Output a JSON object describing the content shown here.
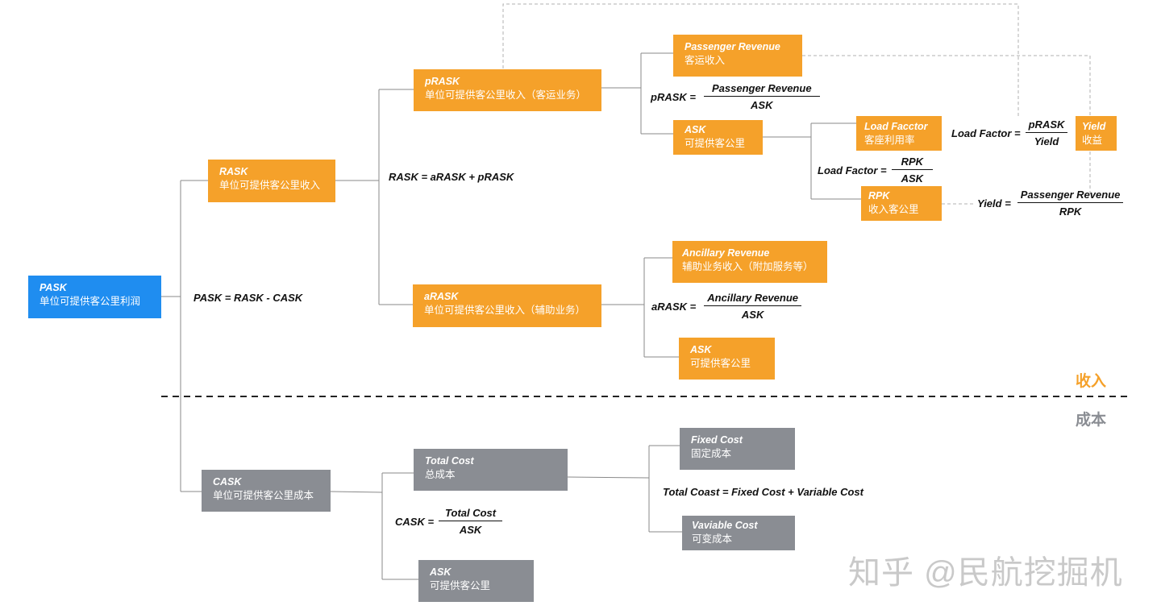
{
  "nodes": {
    "pask": {
      "en": "PASK",
      "zh": "单位可提供客公里利润"
    },
    "rask": {
      "en": "RASK",
      "zh": "单位可提供客公里收入"
    },
    "prask": {
      "en": "pRASK",
      "zh": "单位可提供客公里收入（客运业务）"
    },
    "arask": {
      "en": "aRASK",
      "zh": "单位可提供客公里收入（辅助业务）"
    },
    "passenger_revenue": {
      "en": "Passenger Revenue",
      "zh": "客运收入"
    },
    "ask_p": {
      "en": "ASK",
      "zh": "可提供客公里"
    },
    "load_factor": {
      "en": "Load Facctor",
      "zh": "客座利用率"
    },
    "rpk": {
      "en": "RPK",
      "zh": "收入客公里"
    },
    "yield": {
      "en": "Yield",
      "zh": "收益"
    },
    "ancillary_revenue": {
      "en": "Ancillary Revenue",
      "zh": "辅助业务收入（附加服务等）"
    },
    "ask_a": {
      "en": "ASK",
      "zh": "可提供客公里"
    },
    "cask": {
      "en": "CASK",
      "zh": "单位可提供客公里成本"
    },
    "total_cost": {
      "en": "Total Cost",
      "zh": "总成本"
    },
    "ask_c": {
      "en": "ASK",
      "zh": "可提供客公里"
    },
    "fixed_cost": {
      "en": "Fixed Cost",
      "zh": "固定成本"
    },
    "variable_cost": {
      "en": "Vaviable Cost",
      "zh": "可变成本"
    }
  },
  "formulas": {
    "pask": "PASK = RASK - CASK",
    "rask": "RASK = aRASK + pRASK",
    "total_cost": "Total Coast = Fixed Cost + Variable Cost",
    "prask": {
      "lhs": "pRASK =",
      "num": "Passenger Revenue",
      "den": "ASK"
    },
    "arask": {
      "lhs": "aRASK =",
      "num": "Ancillary Revenue",
      "den": "ASK"
    },
    "load_factor_a": {
      "lhs": "Load Factor =",
      "num": "pRASK",
      "den": "Yield"
    },
    "load_factor_b": {
      "lhs": "Load Factor =",
      "num": "RPK",
      "den": "ASK"
    },
    "yield": {
      "lhs": "Yield =",
      "num": "Passenger Revenue",
      "den": "RPK"
    },
    "cask": {
      "lhs": "CASK =",
      "num": "Total Cost",
      "den": "ASK"
    }
  },
  "sections": {
    "income": "收入",
    "cost": "成本"
  },
  "watermark": "知乎 @民航挖掘机",
  "colors": {
    "blue": "#1f8df0",
    "orange": "#f5a12a",
    "gray": "#8a8d93",
    "income_label": "#f5a12a",
    "cost_label": "#8a8d93"
  }
}
